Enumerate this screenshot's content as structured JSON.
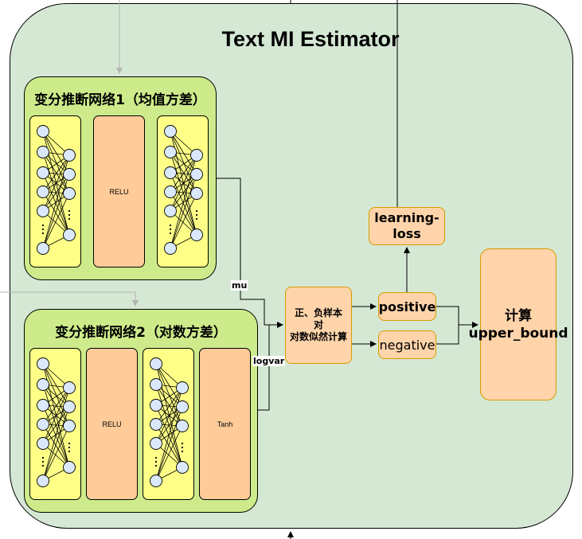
{
  "title": "Text MI Estimator",
  "network1": {
    "title": "变分推断网络1（均值方差）",
    "activation": "RELU"
  },
  "network2": {
    "title": "变分推断网络2（对数方差）",
    "activation1": "RELU",
    "activation2": "Tanh"
  },
  "edge_labels": {
    "mu": "mu",
    "logvar": "logvar"
  },
  "likelihood_box": {
    "line1": "正、负样本",
    "line2": "对",
    "line3": "对数似然计算"
  },
  "positive": "positive",
  "negative": "negative",
  "loss_box": {
    "line1": "learning-",
    "line2": "loss"
  },
  "upper_bound_box": {
    "line1": "计算",
    "line2": "upper_bound"
  },
  "colors": {
    "outer_fill": "#d5e8d4",
    "network_fill": "#cdeb8b",
    "layer_fill": "#ffff88",
    "activation_fill": "#ffcc99",
    "process_fill": "#ffd4aa",
    "process_stroke": "#d79b00",
    "node_fill": "#dae8fc"
  }
}
